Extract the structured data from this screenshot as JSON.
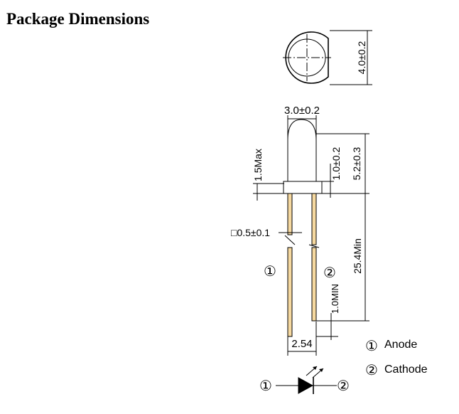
{
  "title": "Package Dimensions",
  "dimensions": {
    "top_diameter": "4.0±0.2",
    "lens_width": "3.0±0.2",
    "flange_max": "1.5Max",
    "flange_height": "1.0±0.2",
    "body_height": "5.2±0.3",
    "lead_square": "□0.5±0.1",
    "lead_length": "25.4Min",
    "lead_gap_min": "1.0MIN",
    "lead_pitch": "2.54"
  },
  "pins": {
    "pin1_marker": "①",
    "pin2_marker": "②",
    "pin1_name": "Anode",
    "pin2_name": "Cathode"
  },
  "colors": {
    "line": "#000000",
    "lead_fill": "#f6d9a0"
  },
  "icons": {
    "symbol": "led-diode-symbol-icon"
  }
}
